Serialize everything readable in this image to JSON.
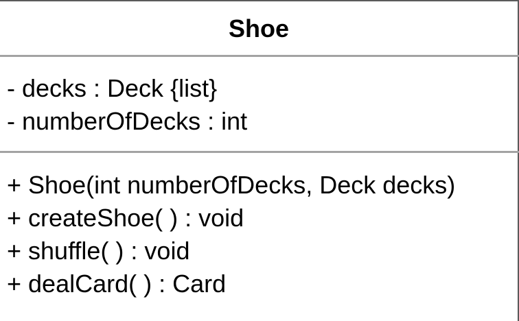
{
  "uml_class": {
    "name": "Shoe",
    "attributes": [
      "- decks : Deck {list}",
      "- numberOfDecks : int"
    ],
    "operations": [
      "+ Shoe(int numberOfDecks, Deck decks)",
      "+ createShoe( ) : void",
      "+ shuffle( ) : void",
      "+ dealCard( ) : Card"
    ]
  }
}
